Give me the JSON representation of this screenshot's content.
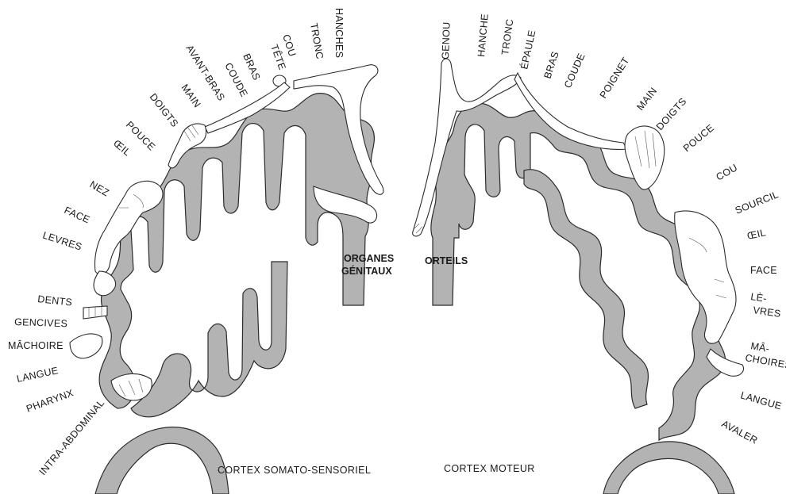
{
  "sensory": {
    "caption": "CORTEX SOMATO-SENSORIEL",
    "center_label_1": "ORGANES",
    "center_label_2": "GÉNITAUX",
    "labels": {
      "hanches": "HANCHES",
      "tronc": "TRONC",
      "cou": "COU",
      "tete": "TÊTE",
      "bras": "BRAS",
      "coude": "COUDE",
      "avant_bras": "AVANT-BRAS",
      "main": "MAIN",
      "doigts": "DOIGTS",
      "pouce": "POUCE",
      "oeil": "ŒIL",
      "nez": "NEZ",
      "face": "FACE",
      "levres": "LEVRES",
      "dents": "DENTS",
      "gencives": "GENCIVES",
      "machoire": "MÂCHOIRE",
      "langue": "LANGUE",
      "pharynx": "PHARYNX",
      "intra_abdominal": "INTRA-ABDOMINAL"
    }
  },
  "motor": {
    "caption": "CORTEX MOTEUR",
    "center_label": "ORTEILS",
    "labels": {
      "genou": "GENOU",
      "hanche": "HANCHE",
      "tronc": "TRONC",
      "epaule": "ÉPAULE",
      "bras": "BRAS",
      "coude": "COUDE",
      "poignet": "POIGNET",
      "main": "MAIN",
      "doigts": "DOIGTS",
      "pouce": "POUCE",
      "cou": "COU",
      "sourcil": "SOURCIL",
      "oeil": "ŒIL",
      "face": "FACE",
      "levres_1": "LÈ-",
      "levres_2": "VRES",
      "machoires_1": "MÂ-",
      "machoires_2": "CHOIRES",
      "langue": "LANGUE",
      "avaler": "AVALER"
    }
  },
  "colors": {
    "cortex_fill": "#b3b3b3",
    "ink": "#1a1a1a",
    "background": "#ffffff"
  }
}
